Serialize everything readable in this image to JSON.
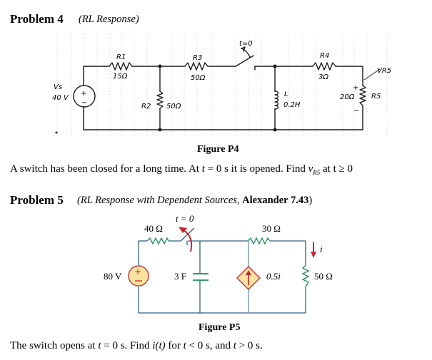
{
  "problem4": {
    "title": "Problem 4",
    "subtitle": "(RL Response)",
    "figure": {
      "caption": "Figure P4",
      "source": {
        "name": "Vs",
        "value": "40 V"
      },
      "R1": {
        "name": "R1",
        "value": "15Ω"
      },
      "R2": {
        "name": "R2",
        "value": "50Ω"
      },
      "R3": {
        "name": "R3",
        "value": "50Ω"
      },
      "R4": {
        "name": "R4",
        "value": "3Ω"
      },
      "R5": {
        "name": "R5",
        "value": "20Ω"
      },
      "inductor": {
        "name": "L",
        "value": "0.2H"
      },
      "switch_label": "t=0",
      "vr5_label": "VR5",
      "plus": "+",
      "minus": "−"
    },
    "statement": {
      "part1": "A switch has been closed for a long time. At ",
      "t": "t",
      "part2": " = 0 s it is opened.  Find ",
      "v": "v",
      "sub": "R5",
      "part3": " at t ≥ 0"
    }
  },
  "problem5": {
    "title": "Problem 5",
    "subtitle_italic": "(RL Response with Dependent Sources, ",
    "subtitle_bold": "Alexander 7.43",
    "subtitle_close": ")",
    "figure": {
      "caption": "Figure P5",
      "source": "80 V",
      "R40": "40 Ω",
      "R30": "30 Ω",
      "R50": "50 Ω",
      "capacitor": "3 F",
      "dependent_source": "0.5i",
      "switch_label": "t = 0",
      "current_label": "i"
    },
    "statement": {
      "part1": "The switch opens at ",
      "t1": "t",
      "part2": " = 0 s. Find ",
      "it": "i(t)",
      "part3": " for ",
      "t2": "t",
      "part4": " < 0 s, and ",
      "t3": "t",
      "part5": " > 0 s."
    }
  },
  "colors": {
    "wire_handdrawn": "#1a1a1a",
    "grid": "#c8c8c8",
    "wire_p5": "#2c5f86",
    "wire_p5_light": "#9fb5c9",
    "resistor_p5": "#1d8a5a",
    "arrow_p5": "#c0272d",
    "source_fill": "#fbe3a0",
    "source_stroke": "#c0272d"
  }
}
